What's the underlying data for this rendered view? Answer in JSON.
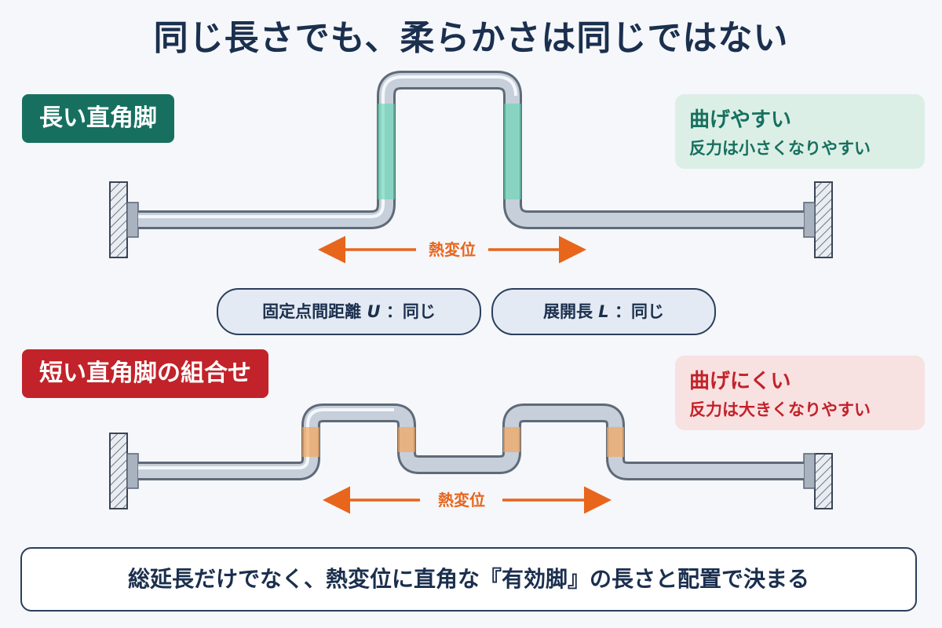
{
  "title": "同じ長さでも、柔らかさは同じではない",
  "long_leg": {
    "tag": "長い直角脚",
    "note_main": "曲げやすい",
    "note_sub": "反力は小さくなりやすい",
    "displacement_label": "熱変位"
  },
  "short_legs": {
    "tag": "短い直角脚の組合せ",
    "note_main": "曲げにくい",
    "note_sub": "反力は大きくなりやすい",
    "displacement_label": "熱変位"
  },
  "pills": {
    "u_prefix": "固定点間距離",
    "u_symbol": "U",
    "u_suffix": "：同じ",
    "l_prefix": "展開長",
    "l_symbol": "L",
    "l_suffix": "：同じ"
  },
  "conclusion": "総延長だけでなく、熱変位に直角な『有効脚』の長さと配置で決まる",
  "colors": {
    "accent_green": "#17705f",
    "accent_red": "#c2222a",
    "navy": "#1b2f4e",
    "arrow_orange": "#e8651c",
    "effective_leg_green": "#5fd6b0",
    "effective_leg_orange": "#f3a55b",
    "pipe_gray": "#9aa6b4"
  }
}
